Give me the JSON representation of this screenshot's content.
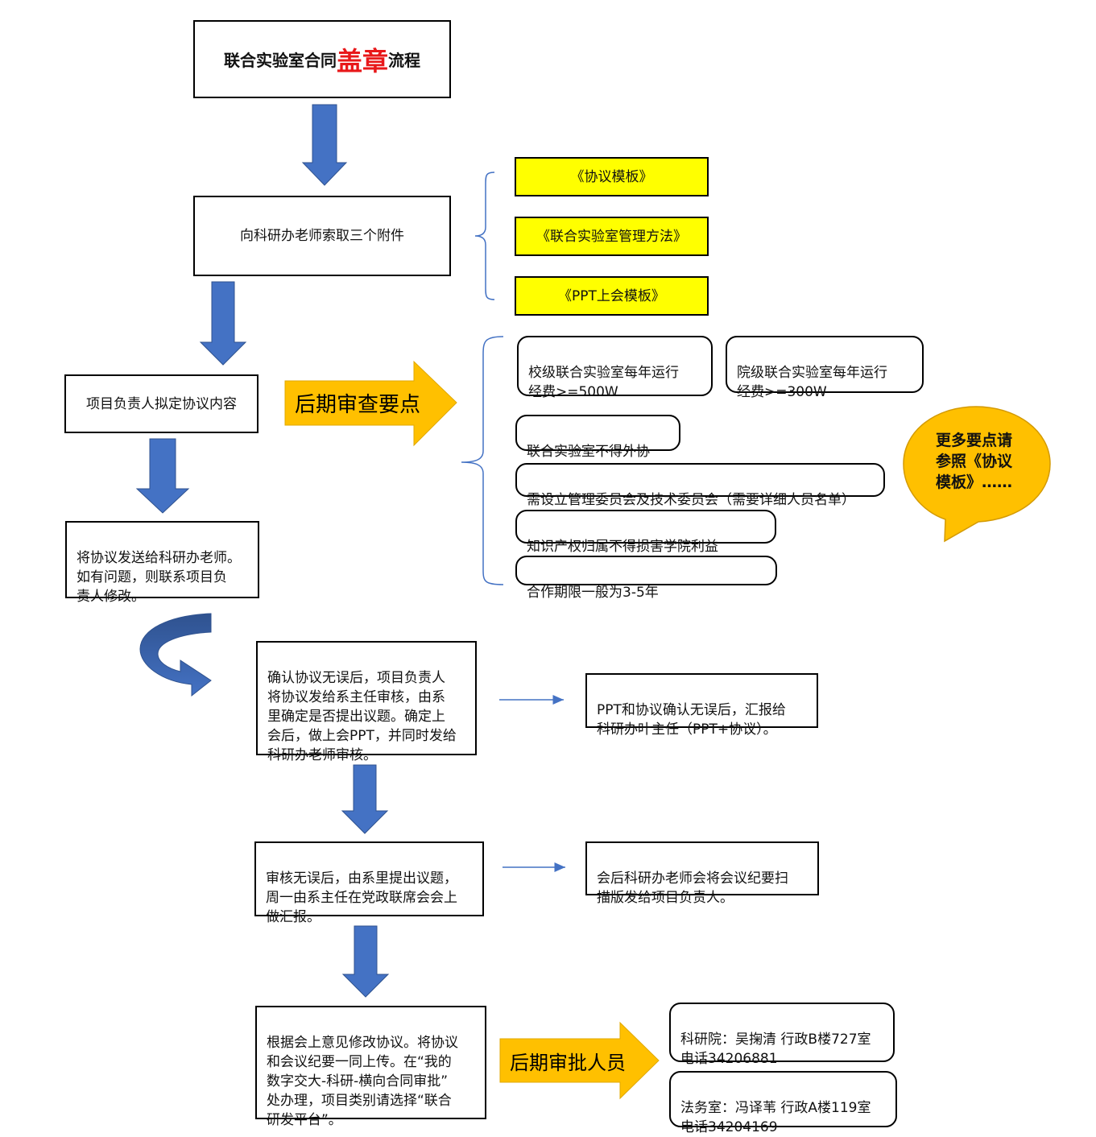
{
  "title": {
    "prefix": "联合实验室合同",
    "highlight": "盖章",
    "suffix": "流程"
  },
  "steps": {
    "s1": "向科研办老师索取三个附件",
    "s2": "项目负责人拟定协议内容",
    "s3": "将协议发送给科研办老师。\n如有问题，则联系项目负\n责人修改。",
    "s4": "确认协议无误后，项目负责人\n将协议发给系主任审核，由系\n里确定是否提出议题。确定上\n会后，做上会PPT，并同时发给\n科研办老师审核。",
    "s5": "审核无误后，由系里提出议题，\n周一由系主任在党政联席会会上\n做汇报。",
    "s6": "根据会上意见修改协议。将协议\n和会议纪要一同上传。在“我的\n数字交大-科研-横向合同审批”\n处办理，项目类别请选择“联合\n研发平台”。"
  },
  "attachments": [
    "《协议模板》",
    "《联合实验室管理方法》",
    "《PPT上会模板》"
  ],
  "review": {
    "label": "后期审查要点",
    "points": [
      "校级联合实验室每年运行\n经费>=500W",
      "院级联合实验室每年运行\n经费>=300W",
      "联合实验室不得外协",
      "需设立管理委员会及技术委员会（需要详细人员名单）",
      "知识产权归属不得损害学院利益",
      "合作期限一般为3-5年"
    ],
    "bubble": "更多要点请\n参照《协议\n模板》……"
  },
  "side_notes": {
    "n1": "PPT和协议确认无误后，汇报给\n科研办叶主任（PPT+协议）。",
    "n2": "会后科研办老师会将会议纪要扫\n描版发给项目负责人。"
  },
  "approvers": {
    "label": "后期审批人员",
    "items": [
      "科研院：吴掬清  行政B楼727室\n电话34206881",
      "法务室：冯译苇  行政A楼119室\n电话34204169"
    ]
  },
  "colors": {
    "arrow_blue": "#4472c4",
    "callout_orange": "#ffc000",
    "highlight_yellow": "#ffff00",
    "title_red": "#e8181a"
  }
}
